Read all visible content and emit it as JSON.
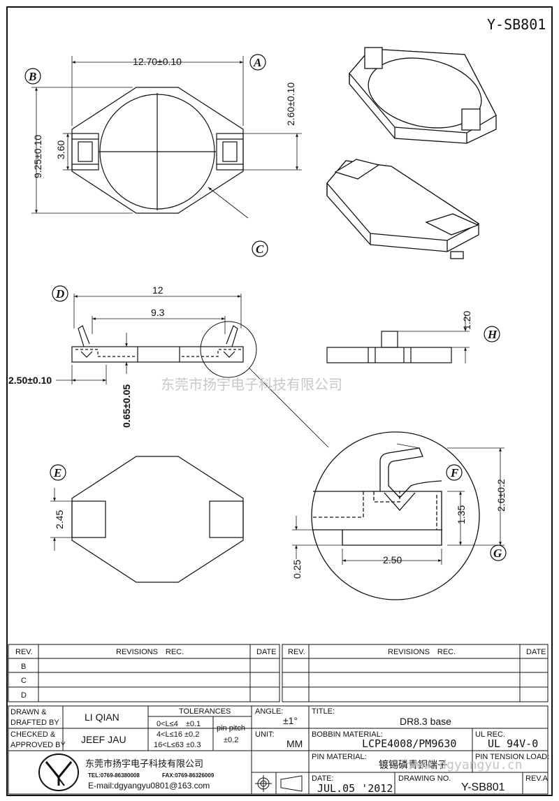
{
  "drawing_code": "Y-SB801",
  "callouts": {
    "a": "A",
    "b": "B",
    "c": "C",
    "d": "D",
    "e": "E",
    "f": "F",
    "g": "G",
    "h": "H"
  },
  "top_view": {
    "width": "12.70±0.10",
    "height": "9.25±0.10",
    "pad_width": "3.60",
    "pad_height": "2.60±0.10"
  },
  "side_view": {
    "overall": "12",
    "inner": "9.3",
    "pad_len": "2.50±0.10",
    "thickness": "0.65±0.05",
    "tab_height": "1.20"
  },
  "bottom_view": {
    "pad": "2.45"
  },
  "detail_view": {
    "height_total": "2.6±0.2",
    "height_mid": "1.35",
    "pad_len": "2.50",
    "thick": "0.25"
  },
  "watermark": {
    "company": "东莞市扬宇电子科技有限公司",
    "site": "www.dgyangyu.cn"
  },
  "revisions": {
    "col_rev": "REV.",
    "col_rec": "REVISIONS　REC.",
    "col_date": "DATE",
    "rows": [
      "B",
      "C",
      "D"
    ]
  },
  "title_block": {
    "drawn_label_1": "DRAWN &",
    "drawn_label_2": "DRAFTED BY",
    "drawn_by": "LI QIAN",
    "checked_label_1": "CHECKED &",
    "checked_label_2": "APPROVED BY",
    "checked_by": "JEEF JAU",
    "tol_title": "TOLERANCES",
    "tol_1": "0<L≤4　±0.1",
    "tol_2": "4<L≤16 ±0.2",
    "tol_3": "16<L≤63 ±0.3",
    "pin_pitch": "pin pitch",
    "pin_pitch_tol": "±0.2",
    "angle_label": "ANGLE:",
    "angle_val": "±1°",
    "unit_label": "UNIT:",
    "unit_val": "MM",
    "title_label": "TITLE:",
    "title_val": "DR8.3 base",
    "bobbin_label": "BOBBIN MATERIAL:",
    "bobbin_val": "LCPE4008/PM9630",
    "ul_label": "UL REC.",
    "ul_val": "UL 94V-0",
    "pin_label": "PIN MATERIAL:",
    "pin_val": "镀锡磷青铜端子",
    "tension_label": "PIN TENSION LOAD:",
    "company": "东莞市扬宇电子科技有限公司",
    "tel": "TEL:0769-86380008",
    "fax": "FAX:0769-86326009",
    "email": "E-mail:dgyangyu0801@163.com",
    "date_label": "DATE:",
    "date_val": "JUL.05 '2012",
    "drawing_no_label": "DRAWING NO.",
    "drawing_no": "Y-SB801",
    "rev": "REV.A"
  }
}
